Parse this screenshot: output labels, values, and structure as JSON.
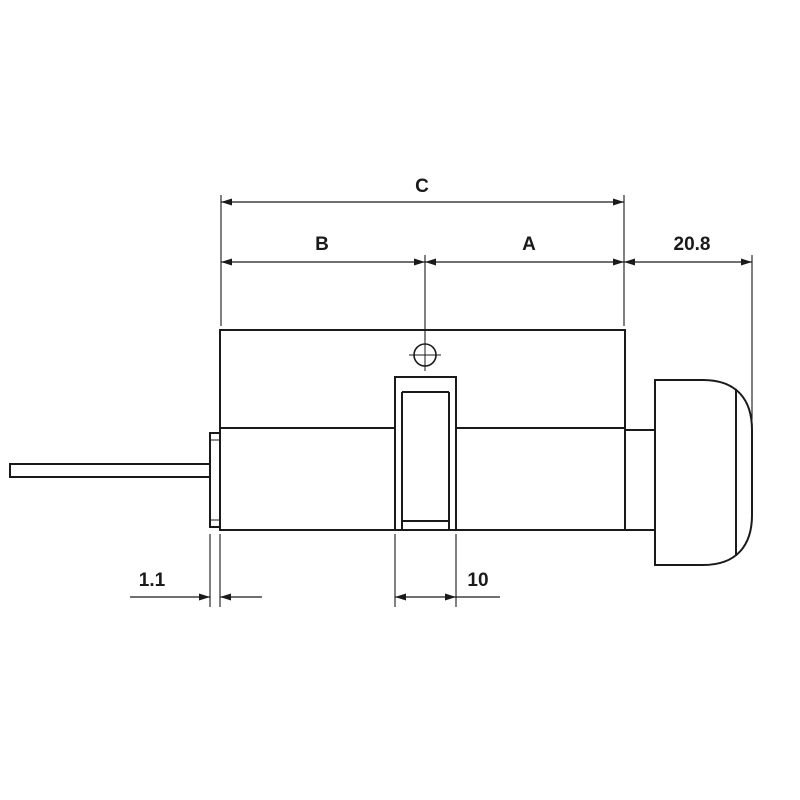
{
  "drawing": {
    "type": "technical-dimension-drawing",
    "subject": "lock-cylinder-with-thumbturn-knob",
    "background_color": "#ffffff",
    "line_color": "#1a1a1a",
    "labels": {
      "overall_length": "C",
      "left_half_length": "B",
      "right_half_length": "A",
      "knob_depth": "20.8",
      "cap_protrusion": "1.1",
      "cam_width": "10"
    }
  }
}
